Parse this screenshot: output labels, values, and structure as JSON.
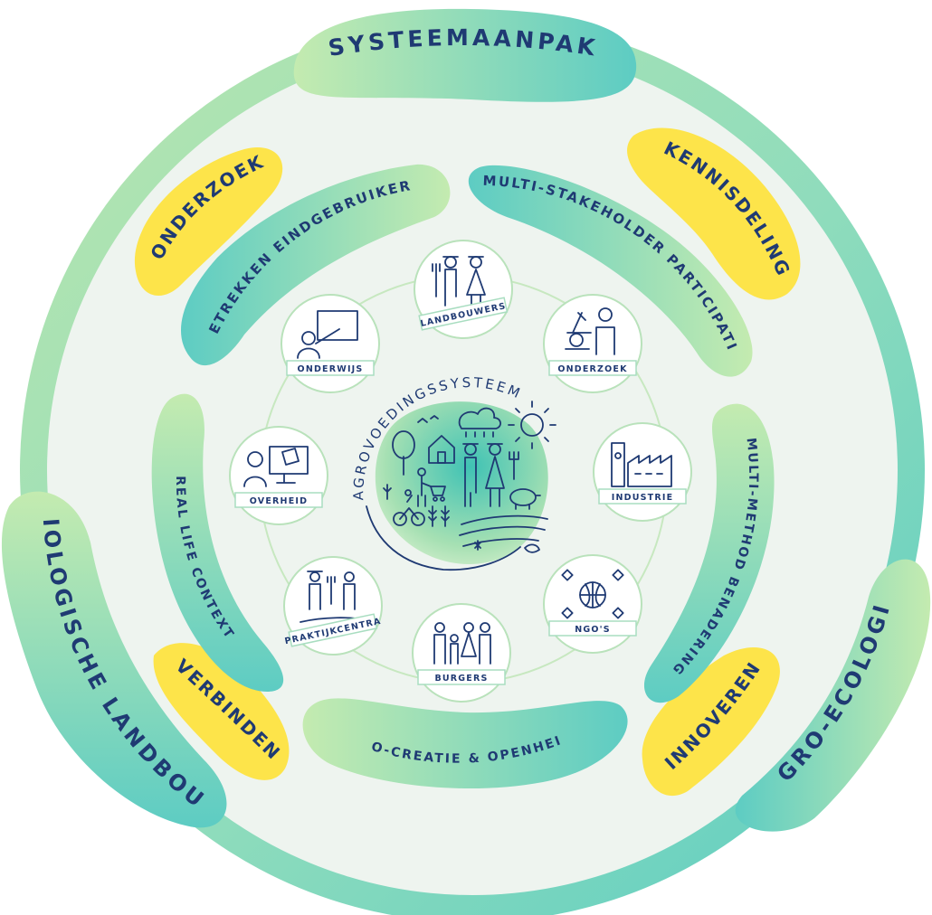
{
  "outer": {
    "top": "SYSTEEMAANPAK",
    "left": "BIOLOGISCHE LANDBOUW",
    "right": "AGRO-ECOLOGIE"
  },
  "yellow": {
    "top_left": "ONDERZOEK",
    "top_right": "KENNISDELING",
    "bottom_left": "VERBINDEN",
    "bottom_right": "INNOVEREN"
  },
  "middle": {
    "top_left": "BETREKKEN EINDGEBRUIKERS",
    "top_right": "MULTI-STAKEHOLDER PARTICIPATIE",
    "left": "REAL LIFE CONTEXT",
    "right": "MULTI-METHOD BENADERING",
    "bottom": "CO-CREATIE & OPENHEID"
  },
  "center": {
    "title": "AGROVOEDINGSSYSTEEM"
  },
  "stakeholders": [
    {
      "id": "landbouwers",
      "label": "LANDBOUWERS"
    },
    {
      "id": "onderzoek",
      "label": "ONDERZOEK"
    },
    {
      "id": "industrie",
      "label": "INDUSTRIE"
    },
    {
      "id": "ngos",
      "label": "NGO'S"
    },
    {
      "id": "burgers",
      "label": "BURGERS"
    },
    {
      "id": "praktijkcentra",
      "label": "PRAKTIJKCENTRA"
    },
    {
      "id": "overheid",
      "label": "OVERHEID"
    },
    {
      "id": "onderwijs",
      "label": "ONDERWIJS"
    }
  ],
  "colors": {
    "navy": "#1f3a73",
    "green_light": "#b3e3ad",
    "teal": "#5ccfc4",
    "yellow": "#fde44a",
    "background": "#eef4ef"
  }
}
